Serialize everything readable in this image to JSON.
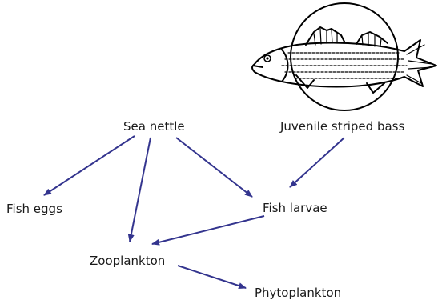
{
  "nodes": {
    "sea_nettle": "Sea nettle",
    "juvenile_striped_bass": "Juvenile striped bass",
    "fish_eggs": "Fish eggs",
    "fish_larvae": "Fish larvae",
    "zooplankton": "Zooplankton",
    "phytoplankton": "Phytoplankton"
  },
  "edges": [
    {
      "from": "Sea nettle",
      "to": "Fish eggs"
    },
    {
      "from": "Sea nettle",
      "to": "Zooplankton"
    },
    {
      "from": "Sea nettle",
      "to": "Fish larvae"
    },
    {
      "from": "Juvenile striped bass",
      "to": "Fish larvae"
    },
    {
      "from": "Fish larvae",
      "to": "Zooplankton"
    },
    {
      "from": "Zooplankton",
      "to": "Phytoplankton"
    }
  ],
  "colors": {
    "arrow": "#33348e",
    "text": "#1a1a1a"
  },
  "illustration": "striped-bass-fish"
}
